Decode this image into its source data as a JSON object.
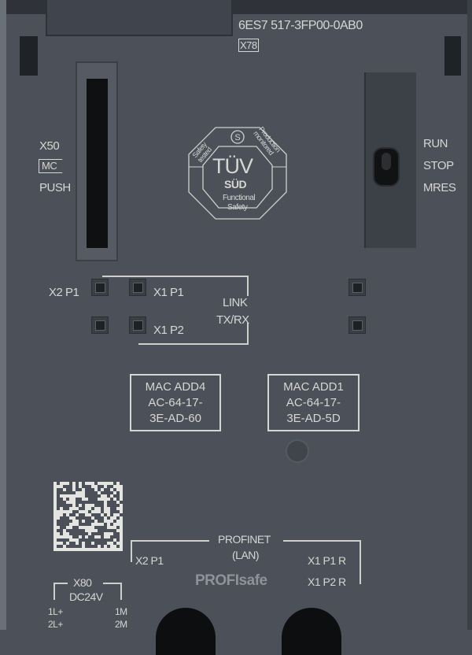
{
  "device": {
    "model_number": "6ES7 517-3FP00-0AB0",
    "slot_label": "X78"
  },
  "memory_card": {
    "port": "X50",
    "card_label": "MC",
    "action": "PUSH"
  },
  "cert": {
    "top": "Safety tested",
    "right": "Production monitored",
    "brand": "TÜV",
    "sub": "SÜD",
    "bottom1": "Functional",
    "bottom2": "Safety"
  },
  "mode_switch": {
    "positions": [
      "RUN",
      "STOP",
      "MRES"
    ]
  },
  "leds": {
    "x2p1": "X2 P1",
    "x1p1": "X1 P1",
    "x1p2": "X1 P2",
    "link": "LINK",
    "txrx": "TX/RX"
  },
  "mac": [
    {
      "title": "MAC ADD4",
      "line1": "AC-64-17-",
      "line2": "3E-AD-60"
    },
    {
      "title": "MAC ADD1",
      "line1": "AC-64-17-",
      "line2": "3E-AD-5D"
    }
  ],
  "profinet": {
    "title": "PROFINET",
    "sub": "(LAN)",
    "left": "X2 P1",
    "right1": "X1 P1 R",
    "right2": "X1 P2 R",
    "logo": "PROFIsafe"
  },
  "power": {
    "port": "X80",
    "voltage": "DC24V",
    "l1": "1L+",
    "l2": "2L+",
    "m1": "1M",
    "m2": "2M"
  }
}
